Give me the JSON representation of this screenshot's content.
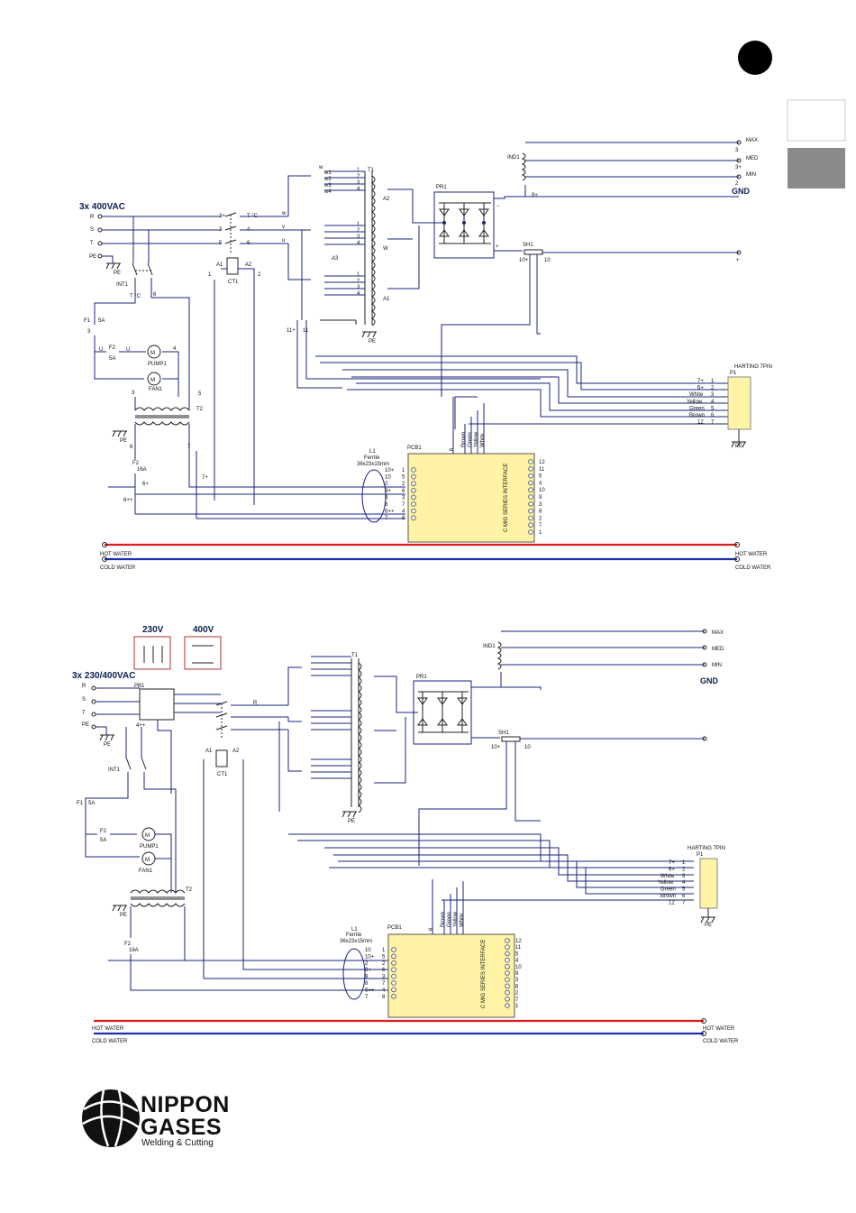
{
  "side_tabs": {
    "black_dot": "",
    "tab_white": "",
    "tab_gray": ""
  },
  "colors": {
    "wire": "#1a237e",
    "hot_water": "#e01b1b",
    "cold_water": "#1c2fb0",
    "pcb_fill": "#fff3a6",
    "tab_gray": "#8a8a8a"
  },
  "top": {
    "supply": "3x 400VAC",
    "phases": [
      "R",
      "S",
      "T",
      "PE"
    ],
    "int": "INT1",
    "ct": "CT1",
    "t1": "T1",
    "pr": "PR1",
    "ind": "IND1",
    "sh": "SH1",
    "pump": "PUMP1",
    "fan": "FAN1",
    "t2": "T2",
    "f1": "F1",
    "f1_val": "5A",
    "f2a": "F2",
    "f2a_val": "5A",
    "f2b": "F2",
    "f2b_val": "16A",
    "a1": "A1",
    "a2": "A2",
    "pe": "PE",
    "l1": "L1",
    "ferrite": "Ferrite",
    "ferrite_dim": "36x23x15mm",
    "pcb": "PCB1",
    "pcb_interface": "C MIG SERIES INTERFACE",
    "harting": "HARTING 7PIN",
    "p1": "P1",
    "out_max": "MAX",
    "out_med": "MED",
    "out_min": "MIN",
    "gnd": "GND",
    "hot": "HOT WATER",
    "cold": "COLD WATER",
    "harting_left": [
      "7+",
      "6+",
      "White",
      "Yellow",
      "Green",
      "Brown",
      "12"
    ],
    "harting_pins": [
      "1",
      "2",
      "3",
      "4",
      "5",
      "6",
      "7"
    ],
    "pcb_left": [
      "10+",
      "10",
      "2",
      "9+",
      "9",
      "8",
      "6++",
      "7"
    ],
    "pcb_left_pins": [
      "1",
      "5",
      "2",
      "6",
      "3",
      "7",
      "4",
      "8"
    ],
    "pcb_right": [
      "12",
      "11",
      "5",
      "4",
      "10",
      "9",
      "3",
      "8",
      "2",
      "7",
      "1"
    ],
    "pcb_top": [
      "6",
      "Brown",
      "Green",
      "Yellow",
      "White"
    ],
    "t1_taps_w": [
      "1",
      "2",
      "3",
      "4"
    ],
    "t1_taps_v": [
      "1",
      "2",
      "3",
      "4"
    ],
    "t1_taps_u": [
      "1",
      "2",
      "3",
      "4"
    ],
    "switch_w": [
      "w1",
      "w2",
      "w3",
      "w4"
    ],
    "misc": [
      "w",
      "v",
      "u",
      "9+",
      "10+",
      "10",
      "11+",
      "11",
      "3",
      "4",
      "5",
      "6",
      "7",
      "8",
      "6+",
      "6++",
      "7+",
      "1",
      "2",
      "3+",
      "T °C",
      "V",
      "U",
      "W",
      "A1",
      "A2",
      "A3"
    ]
  },
  "bottom": {
    "supply": "3x 230/400VAC",
    "v230": "230V",
    "v400": "400V",
    "phases": [
      "R",
      "S",
      "T",
      "PE"
    ],
    "pb": "PB1",
    "int": "INT1",
    "ct": "CT1",
    "t1": "T1",
    "pr": "PR1",
    "ind": "IND1",
    "sh": "SH1",
    "pump": "PUMP1",
    "fan": "FAN1",
    "t2": "T2",
    "f1": "F1",
    "f1_val": "5A",
    "f2a": "F2",
    "f2a_val": "5A",
    "f2b": "F2",
    "f2b_val": "16A",
    "a1": "A1",
    "a2": "A2",
    "pe": "PE",
    "l1": "L1",
    "ferrite": "Ferrite",
    "ferrite_dim": "36x23x15mm",
    "pcb": "PCB1",
    "pcb_interface": "C MIG SERIES INTERFACE",
    "harting": "HARTING 7PIN",
    "p1": "P1",
    "out_max": "MAX",
    "out_med": "MED",
    "out_min": "MIN",
    "gnd": "GND",
    "hot": "HOT WATER",
    "cold": "COLD WATER",
    "harting_left": [
      "7+",
      "6+",
      "White",
      "Yellow",
      "Green",
      "Brown",
      "12"
    ],
    "harting_pins": [
      "1",
      "2",
      "3",
      "4",
      "5",
      "6",
      "7"
    ],
    "pcb_left": [
      "10",
      "10+",
      "2",
      "9+",
      "9",
      "8",
      "6++",
      "7"
    ],
    "pcb_left_pins": [
      "1",
      "5",
      "2",
      "6",
      "3",
      "7",
      "4",
      "8"
    ],
    "pcb_right": [
      "12",
      "11",
      "5",
      "4",
      "10",
      "9",
      "3",
      "8",
      "2",
      "7",
      "1"
    ],
    "pcb_top": [
      "6",
      "Brown",
      "Green",
      "Yellow",
      "White"
    ]
  },
  "logo": {
    "line1": "NIPPON",
    "line2": "GASES",
    "line3": "Welding & Cutting"
  }
}
